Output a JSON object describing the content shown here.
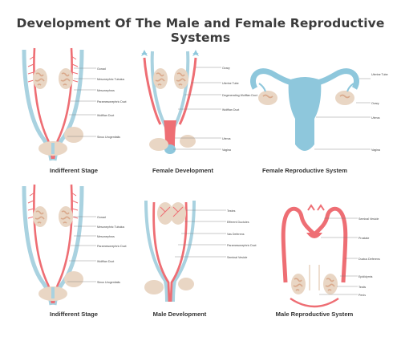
{
  "title": "Development Of The Male and Female Reproductive Systems",
  "panels": {
    "indifferent_top": {
      "caption": "Indifferent Stage",
      "labels": [
        "Gonad",
        "Mesonephric Tubulus",
        "Mesonephros",
        "Paramesonephric Duct",
        "Wolffian Duct",
        "Sinus Urogenitalis"
      ]
    },
    "female_dev": {
      "caption": "Female Development",
      "labels": [
        "Ovary",
        "Uterine Tube",
        "Degenerating Wolffian Duct",
        "Wolffian Duct",
        "Uterus",
        "Vagina"
      ]
    },
    "female_system": {
      "caption": "Female Reproductive System",
      "labels": [
        "Uterine Tube",
        "Ovary",
        "Uterus",
        "Vagina"
      ]
    },
    "indifferent_bottom": {
      "caption": "Indifferent Stage",
      "labels": [
        "Gonad",
        "Mesonephric Tubulus",
        "Mesonephros",
        "Paramesonephric Duct",
        "Wolffian Duct",
        "Sinus Urogenitalis"
      ]
    },
    "male_dev": {
      "caption": "Male Development",
      "labels": [
        "Testes",
        "Efferent Ductules",
        "Vas Deferens",
        "Paramesonephric Duct",
        "Seminal Vesicle"
      ]
    },
    "male_system": {
      "caption": "Male Reproductive System",
      "labels": [
        "Seminal Vesicle",
        "Prostate",
        "Ductus Deferens",
        "Epididymis",
        "Testis",
        "Penis"
      ]
    }
  },
  "stock_id": "542547817",
  "colors": {
    "pink_duct": "#ee6e74",
    "blue_duct": "#a9d2e0",
    "gonad": "#e9d6c4",
    "uterus": "#8ec7dc",
    "ovary_spot": "#d9a98c"
  }
}
